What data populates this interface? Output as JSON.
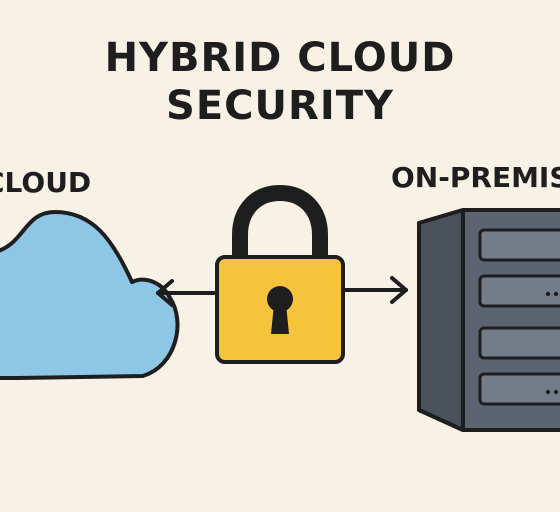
{
  "diagram": {
    "title_line1": "HYBRID CLOUD",
    "title_line2": "SECURITY",
    "cloud_label": "CLOUD",
    "onprem_label": "ON-PREMISES",
    "nodes": [
      {
        "id": "cloud",
        "icon": "cloud-icon",
        "label": "CLOUD"
      },
      {
        "id": "security",
        "icon": "padlock-icon"
      },
      {
        "id": "onprem",
        "icon": "server-icon",
        "label": "ON-PREMISES"
      }
    ],
    "connections": [
      {
        "from": "security",
        "to": "cloud",
        "style": "arrow"
      },
      {
        "from": "security",
        "to": "onprem",
        "style": "arrow"
      }
    ],
    "colors": {
      "background": "#f8f1e6",
      "cloud_fill": "#8ec6e6",
      "lock_fill": "#f6c43a",
      "server_fill": "#5b6470",
      "stroke": "#1e1e1e"
    }
  }
}
